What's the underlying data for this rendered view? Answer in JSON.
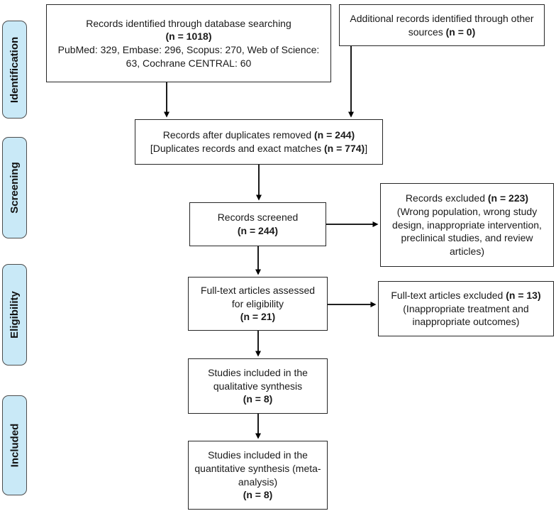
{
  "figure": {
    "name": "PRISMA flow diagram",
    "colors": {
      "background": "#ffffff",
      "box_fill": "#ffffff",
      "box_border": "#262626",
      "stage_fill": "#c9e9f7",
      "stage_border": "#4d4d4d",
      "arrow": "#000000"
    },
    "stages": [
      {
        "label": "Identification"
      },
      {
        "label": "Screening"
      },
      {
        "label": "Eligibility"
      },
      {
        "label": "Included"
      }
    ],
    "boxes": {
      "db_search": {
        "line1": "Records identified through database searching",
        "n": "(n = 1018)",
        "sources": "PubMed: 329, Embase: 296, Scopus: 270, Web of Science: 63, Cochrane CENTRAL: 60"
      },
      "other_sources": {
        "text": "Additional records identified through other sources ",
        "n": "(n = 0)"
      },
      "dedup": {
        "line1": "Records after duplicates removed ",
        "n1": "(n = 244)",
        "line2_pre": "[Duplicates records and exact matches ",
        "n2": "(n = 774)",
        "line2_post": "]"
      },
      "screened": {
        "line1": "Records screened",
        "n": "(n = 244)"
      },
      "records_excluded": {
        "line1": "Records excluded ",
        "n": "(n = 223)",
        "reasons": "(Wrong population, wrong study design, inappropriate intervention, preclinical studies, and review articles)"
      },
      "fulltext": {
        "line1": "Full-text articles assessed",
        "line2": "for eligibility",
        "n": "(n = 21)"
      },
      "fulltext_excluded": {
        "line1": "Full-text articles excluded ",
        "n": "(n = 13)",
        "reasons": "(Inappropriate treatment and inappropriate outcomes)"
      },
      "qualitative": {
        "text": "Studies included in the qualitative synthesis",
        "n": "(n = 8)"
      },
      "quantitative": {
        "text": "Studies included in the quantitative synthesis (meta-analysis)",
        "n": "(n = 8)"
      }
    }
  }
}
